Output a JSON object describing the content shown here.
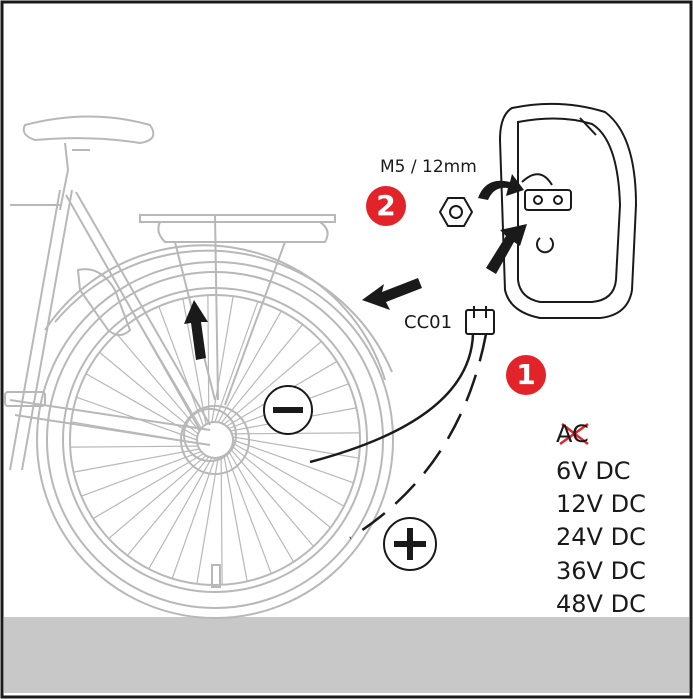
{
  "labels": {
    "bolt_spec": "M5 / 12mm",
    "connector": "CC01"
  },
  "steps": {
    "step_one": "1",
    "step_two": "2"
  },
  "voltages": {
    "ac_crossed": "AC",
    "dc": [
      "6V DC",
      "12V DC",
      "24V DC",
      "36V DC",
      "48V DC"
    ]
  },
  "polarity": {
    "negative": "−",
    "positive": "+"
  },
  "colors": {
    "step_badge": "#e2232a",
    "cross_mark": "#e2232a",
    "floor": "#c8c8c8",
    "bike_lines": "#b4b4b4",
    "ink": "#1a1a1a"
  },
  "icons": [
    "bicycle-illustration",
    "rear-light-unit",
    "hex-nut-icon",
    "connector-plug-icon",
    "arrow-icon",
    "minus-terminal-icon",
    "plus-terminal-icon"
  ]
}
